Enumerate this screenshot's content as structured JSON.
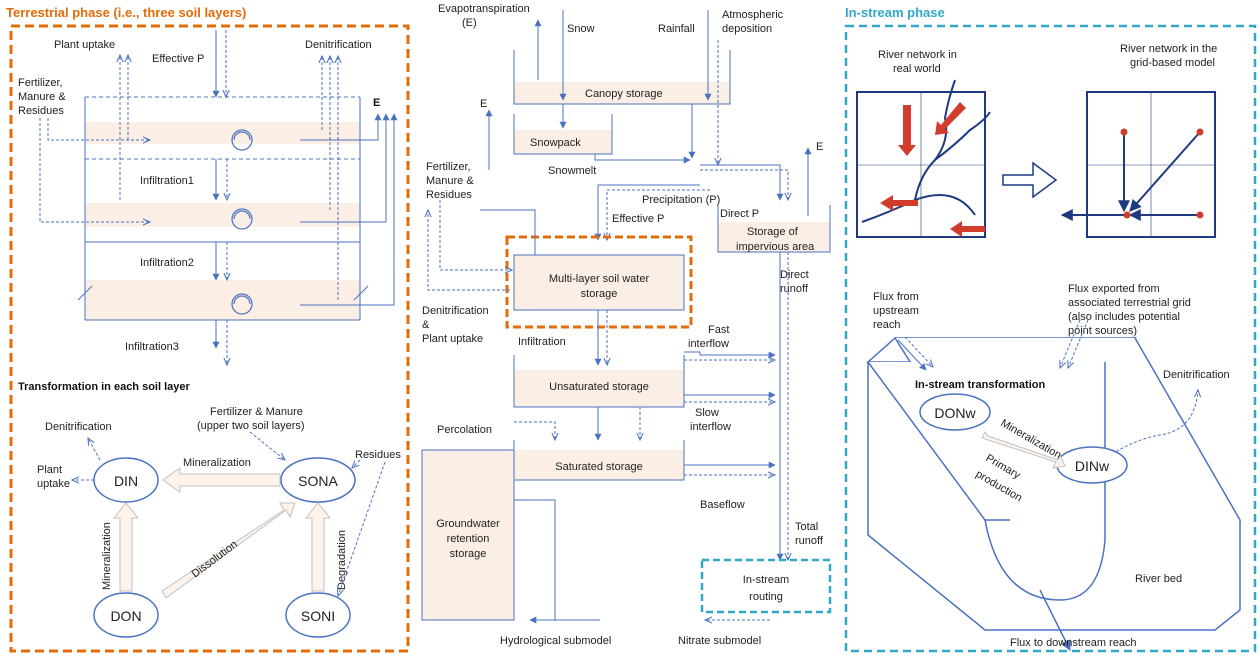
{
  "colors": {
    "orange": "#e36c0a",
    "teal": "#31a8c8",
    "line": "#4a72c0",
    "fill": "#fbeee4",
    "red": "#d23c2c",
    "navy": "#1f3a80"
  },
  "terrestrial": {
    "title": "Terrestrial phase (i.e., three soil layers)",
    "plant_uptake": "Plant uptake",
    "effective_p": "Effective P",
    "denitrification": "Denitrification",
    "fert_lines": [
      "Fertilizer,",
      "Manure &",
      "Residues"
    ],
    "e": "E",
    "infiltration1": "Infiltration1",
    "infiltration2": "Infiltration2",
    "infiltration3": "Infiltration3",
    "transform_title": "Transformation in each soil layer",
    "t_denit": "Denitrification",
    "t_fert_manure": "Fertilizer & Manure",
    "t_upper": "(upper two soil layers)",
    "t_plant": "Plant",
    "t_uptake": "uptake",
    "t_residues": "Residues",
    "din": "DIN",
    "son_a": "SONA",
    "don": "DON",
    "son_i": "SONI",
    "mineralization_h": "Mineralization",
    "mineralization_v": "Mineralization",
    "dissolution": "Dissolution",
    "degradation": "Degradation"
  },
  "middle": {
    "evapotranspiration": "Evapotranspiration",
    "e_paren": "(E)",
    "snow": "Snow",
    "rainfall": "Rainfall",
    "atm1": "Atmospheric",
    "atm2": "deposition",
    "canopy": "Canopy storage",
    "e_left": "E",
    "snowpack": "Snowpack",
    "snowmelt": "Snowmelt",
    "e_right": "E",
    "fert_lines": [
      "Fertilizer,",
      "Manure &",
      "Residues"
    ],
    "precip": "Precipitation (P)",
    "effective_p": "Effective P",
    "direct_p": "Direct P",
    "imperv1": "Storage of",
    "imperv2": "impervious area",
    "soil1": "Multi-layer soil water",
    "soil2": "storage",
    "direct_runoff1": "Direct",
    "direct_runoff2": "runoff",
    "denit_lines": [
      "Denitrification",
      "&",
      "Plant uptake"
    ],
    "fast1": "Fast",
    "fast2": "interflow",
    "infiltration": "Infiltration",
    "unsat": "Unsaturated storage",
    "percolation": "Percolation",
    "slow1": "Slow",
    "slow2": "interflow",
    "sat": "Saturated storage",
    "baseflow": "Baseflow",
    "gw1": "Groundwater",
    "gw2": "retention",
    "gw3": "storage",
    "total1": "Total",
    "total2": "runoff",
    "routing1": "In-stream",
    "routing2": "routing",
    "hydro_sub": "Hydrological submodel",
    "nitrate_sub": "Nitrate submodel"
  },
  "instream": {
    "title": "In-stream phase",
    "river_real1": "River network in",
    "river_real2": "real world",
    "river_grid1": "River network in the",
    "river_grid2": "grid-based model",
    "flux_up1": "Flux from",
    "flux_up2": "upstream",
    "flux_up3": "reach",
    "flux_exp1": "Flux exported from",
    "flux_exp2": "associated terrestrial grid",
    "flux_exp3": "(also includes potential",
    "flux_exp4": "point sources)",
    "transform": "In-stream transformation",
    "denit": "Denitrification",
    "don_w": "DONw",
    "din_w": "DINw",
    "mineralization": "Mineralization",
    "primary1": "Primary",
    "primary2": "production",
    "river_bed": "River bed",
    "flux_down": "Flux  to downstream reach"
  }
}
